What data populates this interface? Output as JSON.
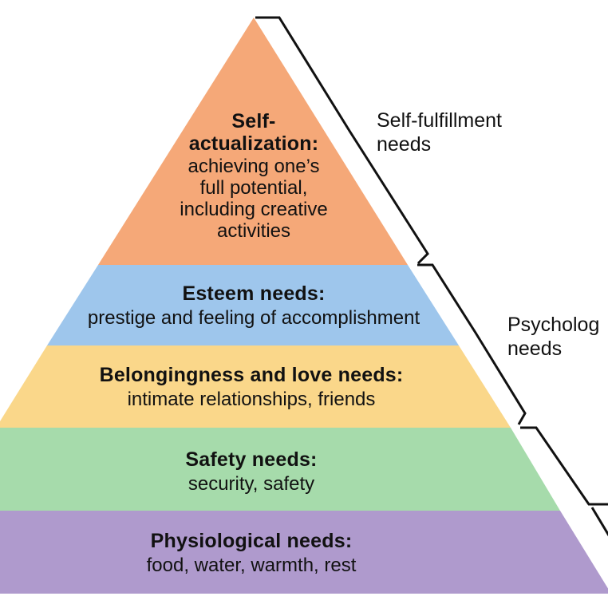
{
  "levels": [
    {
      "key": "self_actualization",
      "title_line1": "Self-",
      "title_line2": "actualization:",
      "desc_lines": [
        "achieving one’s",
        "full potential,",
        "including creative",
        "activities"
      ],
      "color": "#F5A878"
    },
    {
      "key": "esteem",
      "title": "Esteem needs:",
      "desc": "prestige and feeling of accomplishment",
      "color": "#9EC6EC"
    },
    {
      "key": "belonging",
      "title": "Belongingness and love needs:",
      "desc": "intimate relationships, friends",
      "color": "#FAD78A"
    },
    {
      "key": "safety",
      "title": "Safety needs:",
      "desc": "security, safety",
      "color": "#A6DBAB"
    },
    {
      "key": "physiological",
      "title": "Physiological needs:",
      "desc": "food, water, warmth, rest",
      "color": "#AF9ACD"
    }
  ],
  "groups": [
    {
      "line1": "Self-fulfillment",
      "line2": "needs"
    },
    {
      "line1": "Psycholog",
      "line2": "needs"
    }
  ]
}
